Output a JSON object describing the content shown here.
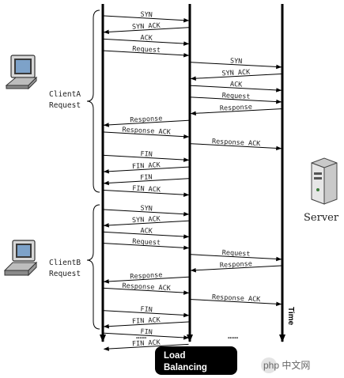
{
  "labels": {
    "client_a": [
      "ClientA",
      "Request"
    ],
    "client_b": [
      "ClientB",
      "Request"
    ],
    "server": "Server",
    "time": "Time",
    "load_balancing": [
      "Load",
      "Balancing"
    ],
    "dots": "……",
    "watermark": "php 中文网"
  },
  "groups": [
    {
      "client": "A",
      "messages": [
        {
          "id": "syn",
          "label": "SYN",
          "from": "client",
          "to": "lb"
        },
        {
          "id": "syn-ack",
          "label": "SYN ACK",
          "from": "lb",
          "to": "client"
        },
        {
          "id": "ack",
          "label": "ACK",
          "from": "client",
          "to": "lb"
        },
        {
          "id": "request",
          "label": "Request",
          "from": "client",
          "to": "lb"
        },
        {
          "id": "lb-syn",
          "label": "SYN",
          "from": "lb",
          "to": "server"
        },
        {
          "id": "lb-syn-ack",
          "label": "SYN ACK",
          "from": "server",
          "to": "lb"
        },
        {
          "id": "lb-ack",
          "label": "ACK",
          "from": "lb",
          "to": "server"
        },
        {
          "id": "lb-request",
          "label": "Request",
          "from": "lb",
          "to": "server"
        },
        {
          "id": "server-response",
          "label": "Response",
          "from": "server",
          "to": "lb"
        },
        {
          "id": "lb-response",
          "label": "Response",
          "from": "lb",
          "to": "client"
        },
        {
          "id": "response-ack",
          "label": "Response ACK",
          "from": "client",
          "to": "lb"
        },
        {
          "id": "lb-response-ack",
          "label": "Response ACK",
          "from": "lb",
          "to": "server"
        },
        {
          "id": "fin",
          "label": "FIN",
          "from": "client",
          "to": "lb"
        },
        {
          "id": "fin-ack",
          "label": "FIN ACK",
          "from": "lb",
          "to": "client"
        },
        {
          "id": "fin-2",
          "label": "FIN",
          "from": "lb",
          "to": "client"
        },
        {
          "id": "fin-ack-2",
          "label": "FIN ACK",
          "from": "client",
          "to": "lb"
        }
      ]
    },
    {
      "client": "B",
      "messages": [
        {
          "id": "syn",
          "label": "SYN",
          "from": "client",
          "to": "lb"
        },
        {
          "id": "syn-ack",
          "label": "SYN ACK",
          "from": "lb",
          "to": "client"
        },
        {
          "id": "ack",
          "label": "ACK",
          "from": "client",
          "to": "lb"
        },
        {
          "id": "request",
          "label": "Request",
          "from": "client",
          "to": "lb"
        },
        {
          "id": "lb-request",
          "label": "Request",
          "from": "lb",
          "to": "server"
        },
        {
          "id": "server-response",
          "label": "Response",
          "from": "server",
          "to": "lb"
        },
        {
          "id": "lb-response",
          "label": "Response",
          "from": "lb",
          "to": "client"
        },
        {
          "id": "response-ack",
          "label": "Response ACK",
          "from": "client",
          "to": "lb"
        },
        {
          "id": "lb-response-ack",
          "label": "Response ACK",
          "from": "lb",
          "to": "server"
        },
        {
          "id": "fin",
          "label": "FIN",
          "from": "client",
          "to": "lb"
        },
        {
          "id": "fin-ack",
          "label": "FIN ACK",
          "from": "lb",
          "to": "client"
        },
        {
          "id": "fin-2",
          "label": "FIN",
          "from": "client",
          "to": "lb"
        },
        {
          "id": "fin-ack-2",
          "label": "FIN ACK",
          "from": "lb",
          "to": "client"
        }
      ]
    }
  ]
}
